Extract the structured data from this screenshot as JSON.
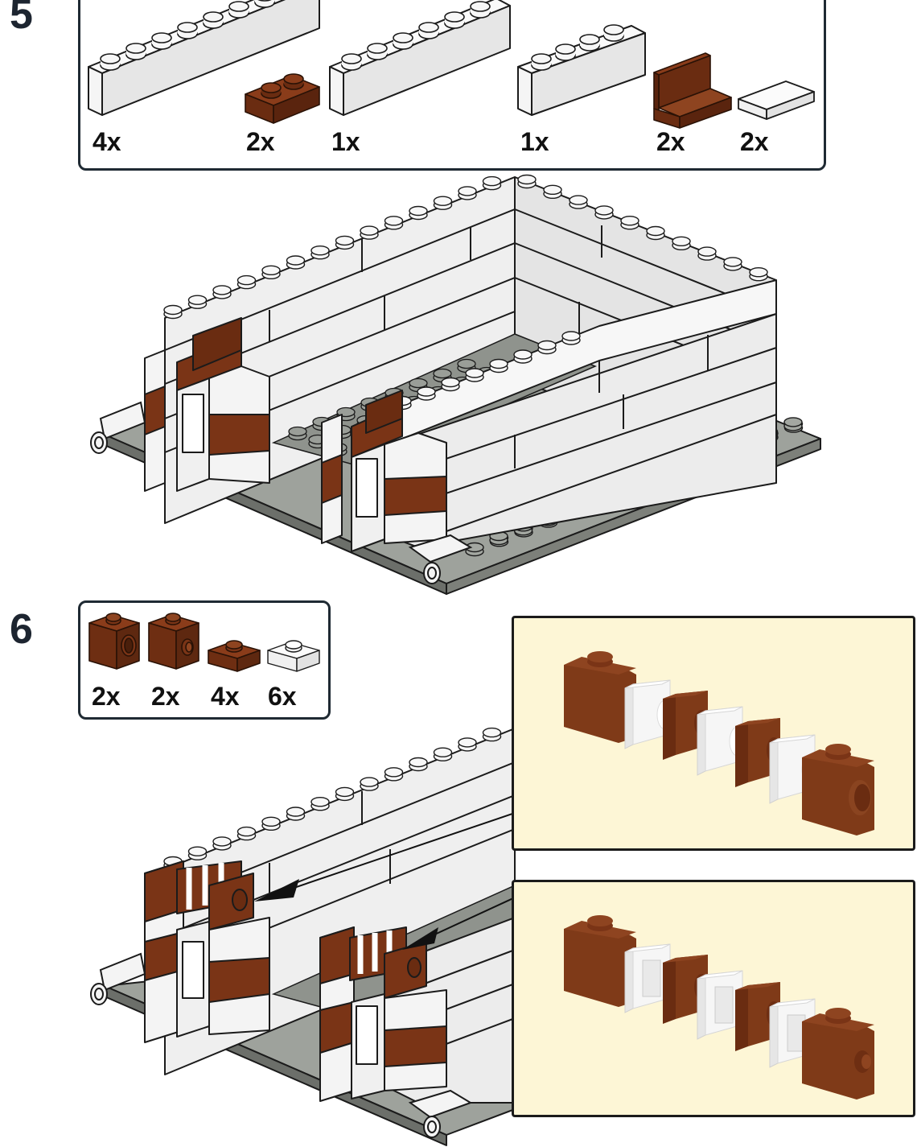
{
  "colors": {
    "white_brick": "#f2f2f2",
    "white_side": "#e3e3e3",
    "brown": "#7a3416",
    "brown_dark": "#5e2810",
    "brown_light": "#8e4420",
    "base_gray": "#8d918b",
    "base_dark": "#6c6f6a",
    "stud_gray": "#9da19b",
    "callout_bg": "#fdf6d6",
    "outline": "#1b1b1b",
    "step_number": "#1d2530"
  },
  "steps": [
    {
      "number": "5",
      "parts": [
        {
          "name": "white-brick-1x8",
          "qty": "4x"
        },
        {
          "name": "brown-plate-1x2",
          "qty": "2x"
        },
        {
          "name": "white-brick-1x6",
          "qty": "1x"
        },
        {
          "name": "white-brick-1x4",
          "qty": "1x"
        },
        {
          "name": "brown-panel-1x2x1",
          "qty": "2x"
        },
        {
          "name": "white-tile-1x2",
          "qty": "2x"
        }
      ]
    },
    {
      "number": "6",
      "parts": [
        {
          "name": "brown-technic-brick-1x1-hole",
          "qty": "2x"
        },
        {
          "name": "brown-brick-1x1-side-stud",
          "qty": "2x"
        },
        {
          "name": "brown-plate-1x1",
          "qty": "4x"
        },
        {
          "name": "white-plate-1x1",
          "qty": "6x"
        }
      ],
      "callouts": [
        {
          "name": "sub-assembly-technic-hole",
          "sequence": [
            "brown-technic-brick",
            "white-plate",
            "brown-plate",
            "white-plate",
            "brown-plate",
            "white-plate",
            "brown-technic-brick"
          ]
        },
        {
          "name": "sub-assembly-side-stud",
          "sequence": [
            "brown-side-stud-brick",
            "white-plate",
            "brown-plate",
            "white-plate",
            "brown-plate",
            "white-plate",
            "brown-side-stud-brick"
          ]
        }
      ]
    }
  ]
}
